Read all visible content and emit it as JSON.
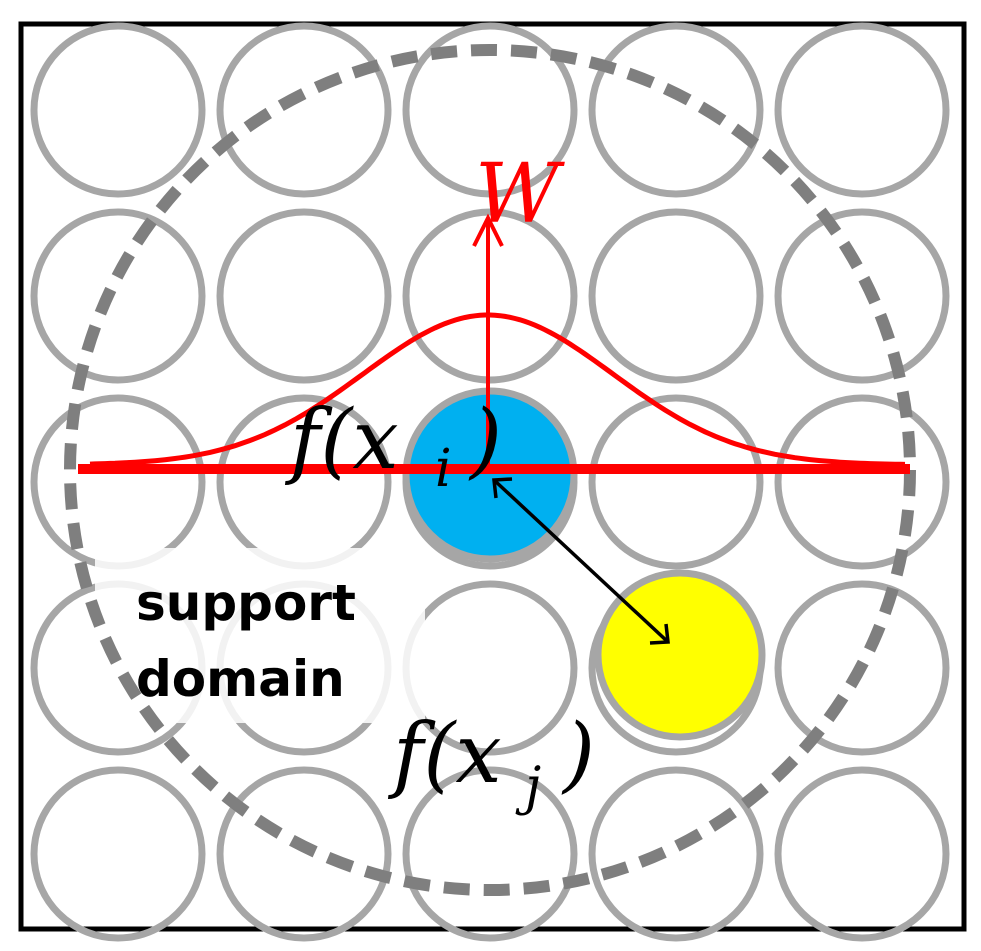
{
  "labels": {
    "weight_axis": "W",
    "center_particle": "f(x",
    "center_particle_sub": "i",
    "neighbor_particle": "f(x",
    "neighbor_particle_sub": "j",
    "close_paren": ")",
    "domain_line1": "support",
    "domain_line2": "domain"
  },
  "colors": {
    "particle_outline": "#a6a6a6",
    "domain_ring": "#7f7f7f",
    "kernel": "#ff0000",
    "center_fill": "#00b0f0",
    "neighbor_fill": "#ffff00",
    "border": "#000000",
    "text": "#000000"
  },
  "grid": {
    "rows": 5,
    "cols": 5
  }
}
